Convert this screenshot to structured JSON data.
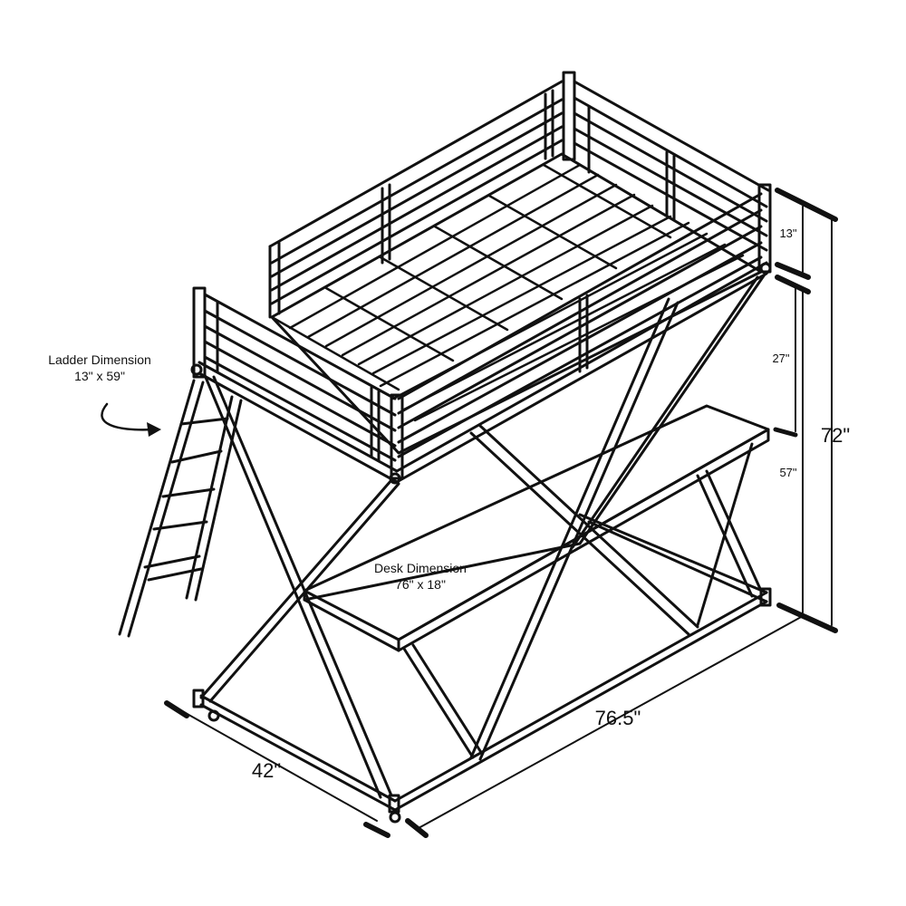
{
  "annotations": {
    "ladder_title": "Ladder Dimension",
    "ladder_value": "13\" x 59\"",
    "desk_title": "Desk Dimension",
    "desk_value": "76\" x 18\""
  },
  "dimensions": {
    "rail_height": "13\"",
    "under_rail_gap": "27\"",
    "total_height": "72\"",
    "bed_clearance": "57\"",
    "length": "76.5\"",
    "width": "42\""
  },
  "colors": {
    "line": "#111111",
    "background": "#ffffff"
  }
}
